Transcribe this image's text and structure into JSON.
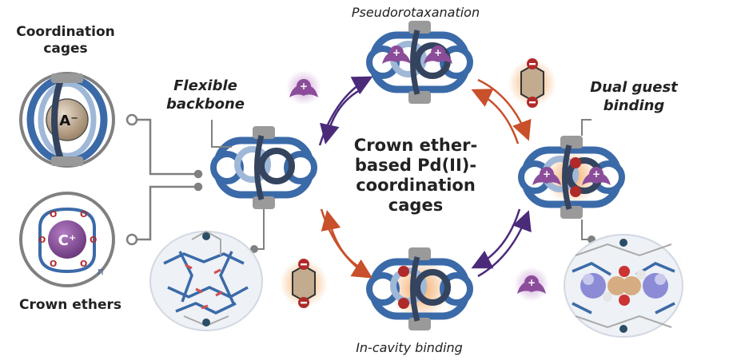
{
  "labels": {
    "coordination_cages": "Coordination cages",
    "crown_ethers": "Crown ethers",
    "flexible_backbone": "Flexible backbone",
    "pseudorotaxanation": "Pseudorotaxanation",
    "dual_guest_binding": "Dual guest binding",
    "in_cavity_binding": "In-cavity binding",
    "center_title": "Crown ether-based Pd(II)-coordination cages"
  },
  "symbols": {
    "anion": "A⁻",
    "cation": "C⁺",
    "oxygen": "O",
    "repeat_n": "n",
    "plus": "+",
    "minus": "−"
  },
  "colors": {
    "cage_blue": "#3b6aa8",
    "cage_dark": "#34445e",
    "cage_light": "#9fb8d8",
    "metal_gray": "#8a8a8a",
    "cation_purple": "#8b4d9a",
    "anion_tan": "#c2ab8e",
    "anion_red": "#b02a2a",
    "arrow_purple": "#4b2a7a",
    "arrow_orange": "#c8502a"
  },
  "icons": [
    "anion-guest-icon",
    "cation-guest-icon",
    "cage-icon",
    "crown-ether-icon",
    "crystal-structure-icon"
  ]
}
